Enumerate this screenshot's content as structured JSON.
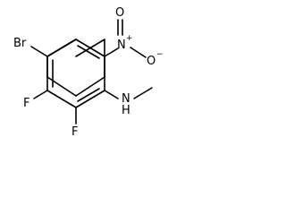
{
  "structure": {
    "atoms": {
      "bromine": "Br",
      "fluorine_upper": "F",
      "fluorine_lower": "F",
      "nitro_nitrogen": "N",
      "nitro_nitrogen_charge": "+",
      "nitro_oxygen_double": "O",
      "nitro_oxygen_single": "O",
      "nitro_oxygen_charge": "−",
      "amine_nitrogen": "N",
      "amine_hydrogen": "H"
    },
    "colors": {
      "bond": "#000000",
      "label": "#000000",
      "background": "#ffffff"
    }
  }
}
